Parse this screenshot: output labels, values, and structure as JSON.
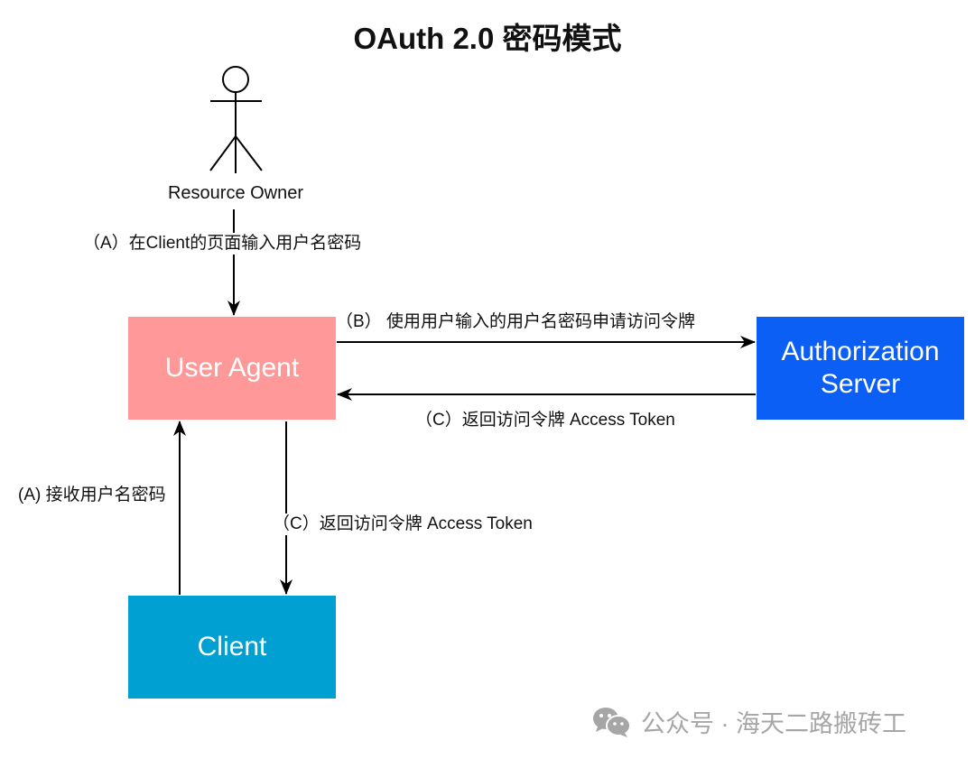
{
  "title": "OAuth 2.0 密码模式",
  "actor": {
    "label": "Resource Owner",
    "icon": "stick-figure-icon"
  },
  "nodes": {
    "user_agent": {
      "label": "User Agent",
      "color": "#ff9999"
    },
    "authorization_server": {
      "label_line1": "Authorization",
      "label_line2": "Server",
      "color": "#0b5ff5"
    },
    "client": {
      "label": "Client",
      "color": "#00a0d2"
    }
  },
  "edges": {
    "a_owner_to_agent": "（A）在Client的页面输入用户名密码",
    "b_agent_to_server": "（B） 使用用户输入的用户名密码申请访问令牌",
    "c_server_to_agent": "（C）返回访问令牌 Access Token",
    "a_client_to_agent": "(A) 接收用户名密码",
    "c_agent_to_client": "（C）返回访问令牌 Access Token"
  },
  "watermark": {
    "icon": "wechat-icon",
    "text": "公众号 · 海天二路搬砖工",
    "color": "#a6a6a6"
  }
}
